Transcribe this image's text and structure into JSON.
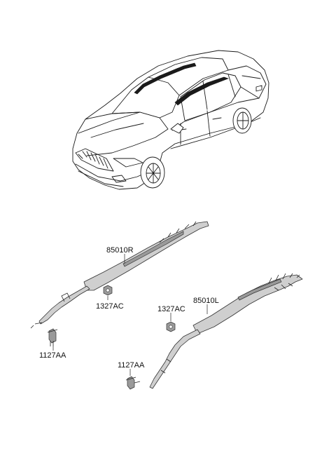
{
  "labels": {
    "airbag_right": "85010R",
    "airbag_left": "85010L",
    "nut_right": "1327AC",
    "nut_left": "1327AC",
    "bolt_right": "1127AA",
    "bolt_left": "1127AA"
  }
}
